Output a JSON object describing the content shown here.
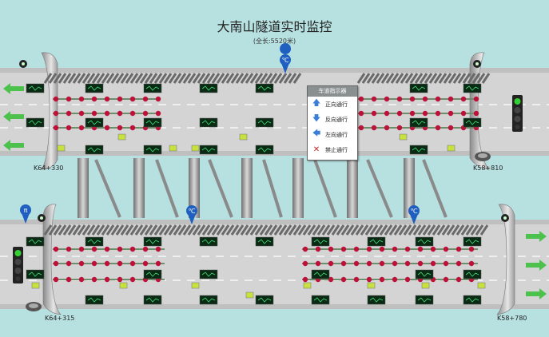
{
  "title": "大南山隧道实时监控",
  "subtitle": "(全长:5520米)",
  "km_markers": {
    "top_left": "K64+330",
    "top_right": "K58+810",
    "bottom_left": "K64+315",
    "bottom_right": "K58+780"
  },
  "lane_indicator_menu": {
    "header": "车道指示器",
    "items": [
      {
        "label": "正向通行",
        "icon": "arrow-up-icon",
        "color": "#3a7fd5"
      },
      {
        "label": "反向通行",
        "icon": "arrow-down-icon",
        "color": "#3a7fd5"
      },
      {
        "label": "左向通行",
        "icon": "arrow-left-icon",
        "color": "#3a7fd5"
      },
      {
        "label": "禁止通行",
        "icon": "close-x-icon",
        "color": "#d02020"
      }
    ]
  },
  "colors": {
    "background": "#b7e0e0",
    "tunnel": "#d6d6d6",
    "tunnel_dark": "#9a9a9a",
    "arrow_green": "#4cc24c",
    "lamp_red": "#c0103a",
    "monitor": "#0b2a14",
    "pin_blue": "#1f5fc0"
  }
}
